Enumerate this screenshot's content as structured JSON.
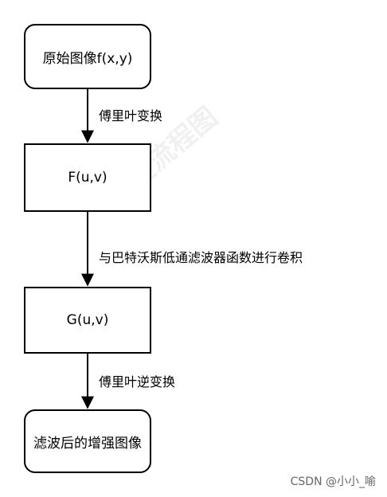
{
  "nodes": {
    "start": "原始图像f(x,y)",
    "fourier": "F(u,v)",
    "product": "G(u,v)",
    "result": "滤波后的增强图像"
  },
  "edges": {
    "e1": "傅里叶变换",
    "e2": "与巴特沃斯低通滤波器函数进行卷积",
    "e3": "傅里叶逆变换"
  },
  "watermark": "迅捷流程图",
  "footer": "CSDN @小小_喻"
}
